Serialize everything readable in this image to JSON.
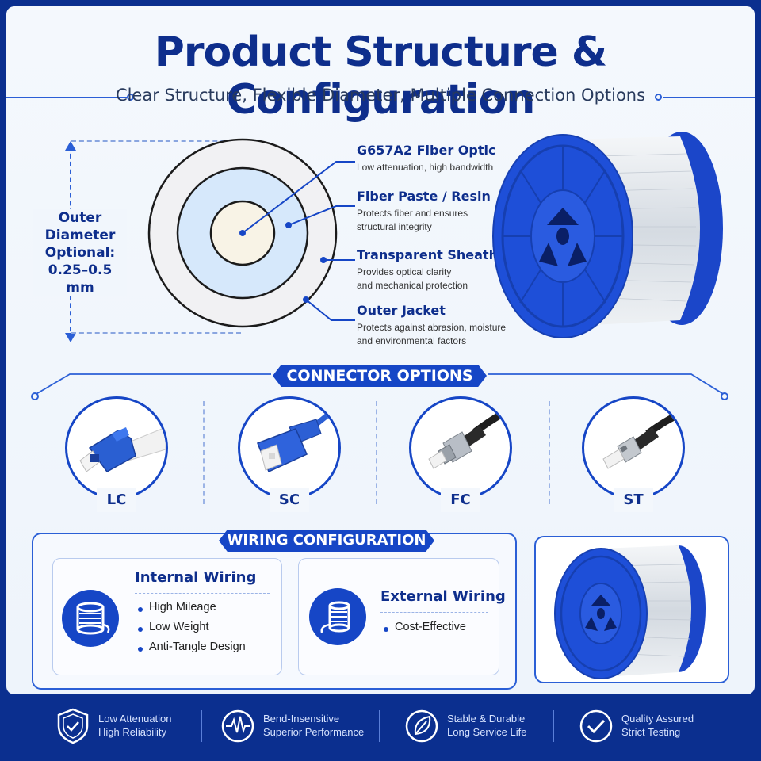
{
  "header": {
    "title": "Product Structure & Configuration",
    "subtitle": "Clear Structure, Flexible Diameter, Multiple Connection Options"
  },
  "dimension": {
    "lines": [
      "Outer",
      "Diameter",
      "Optional:",
      "0.25–0.5 mm"
    ]
  },
  "layers": [
    {
      "title": "G657A2 Fiber Optic",
      "desc": [
        "Low attenuation, high bandwidth"
      ]
    },
    {
      "title": "Fiber Paste / Resin",
      "desc": [
        "Protects fiber and ensures",
        "structural integrity"
      ]
    },
    {
      "title": "Transparent Sheath",
      "desc": [
        "Provides optical clarity",
        "and mechanical protection"
      ]
    },
    {
      "title": "Outer Jacket",
      "desc": [
        "Protects against abrasion, moisture",
        "and environmental factors"
      ]
    }
  ],
  "connectors": {
    "heading": "CONNECTOR OPTIONS",
    "items": [
      {
        "label": "LC",
        "icon": "lc-connector-icon"
      },
      {
        "label": "SC",
        "icon": "sc-connector-icon"
      },
      {
        "label": "FC",
        "icon": "fc-connector-icon"
      },
      {
        "label": "ST",
        "icon": "st-connector-icon"
      }
    ]
  },
  "wiring": {
    "heading": "WIRING CONFIGURATION",
    "internal": {
      "title": "Internal Wiring",
      "icon": "spool-icon",
      "items": [
        "High Mileage",
        "Low Weight",
        "Anti-Tangle Design"
      ]
    },
    "external": {
      "title": "External Wiring",
      "icon": "spool-icon",
      "items": [
        "Cost-Effective"
      ]
    }
  },
  "footer": {
    "features": [
      {
        "icon": "shield-check-icon",
        "lines": [
          "Low Attenuation",
          "High Reliability"
        ]
      },
      {
        "icon": "pulse-wave-icon",
        "lines": [
          "Bend-Insensitive",
          "Superior Performance"
        ]
      },
      {
        "icon": "leaf-icon",
        "lines": [
          "Stable & Durable",
          "Long Service Life"
        ]
      },
      {
        "icon": "check-circle-icon",
        "lines": [
          "Quality Assured",
          "Strict Testing"
        ]
      }
    ]
  },
  "colors": {
    "brand_dark": "#0e2e8c",
    "brand_blue": "#1646c6",
    "accent_line": "#2b5fd6",
    "footer_bg": "#0b2f8f"
  }
}
